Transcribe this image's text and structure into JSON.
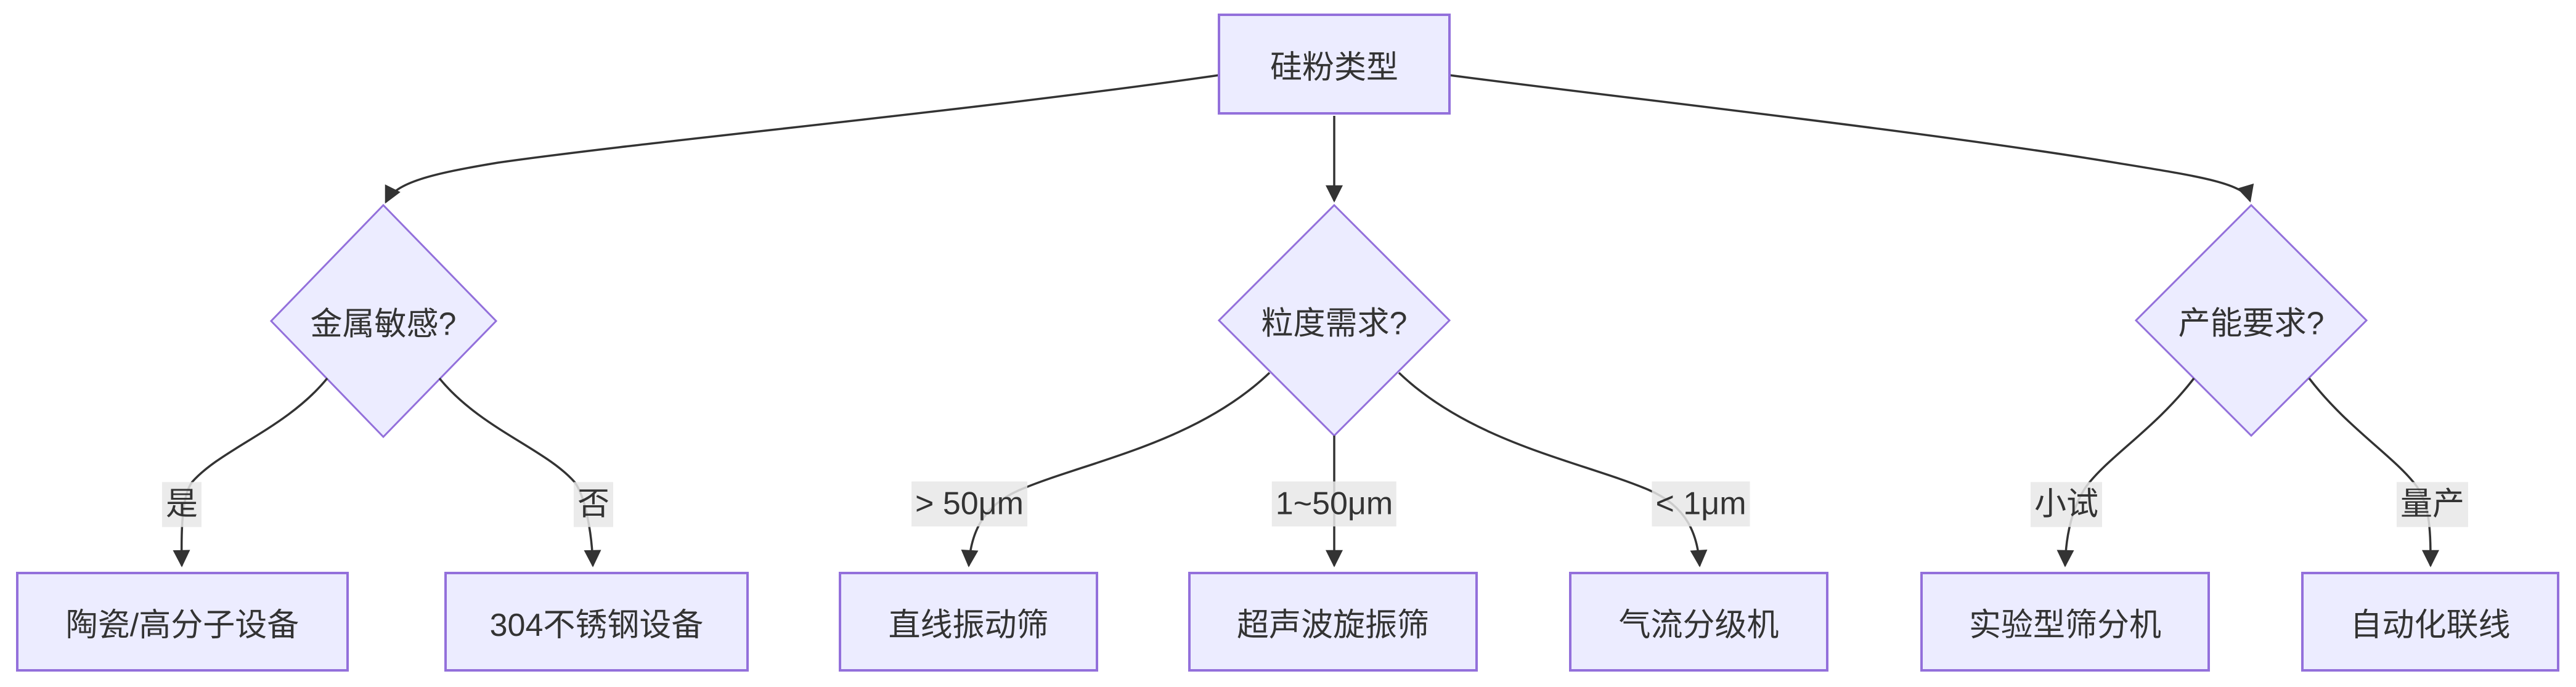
{
  "diagram": {
    "type": "flowchart-decision-tree",
    "root": {
      "label": "硅粉类型"
    },
    "decisions": [
      {
        "label": "金属敏感?"
      },
      {
        "label": "粒度需求?"
      },
      {
        "label": "产能要求?"
      }
    ],
    "outcomes": [
      {
        "label": "陶瓷/高分子设备"
      },
      {
        "label": "304不锈钢设备"
      },
      {
        "label": "直线振动筛"
      },
      {
        "label": "超声波旋振筛"
      },
      {
        "label": "气流分级机"
      },
      {
        "label": "实验型筛分机"
      },
      {
        "label": "自动化联线"
      }
    ],
    "edges": [
      {
        "from": "硅粉类型",
        "to": "金属敏感?",
        "label": ""
      },
      {
        "from": "硅粉类型",
        "to": "粒度需求?",
        "label": ""
      },
      {
        "from": "硅粉类型",
        "to": "产能要求?",
        "label": ""
      },
      {
        "from": "金属敏感?",
        "to": "陶瓷/高分子设备",
        "label": "是"
      },
      {
        "from": "金属敏感?",
        "to": "304不锈钢设备",
        "label": "否"
      },
      {
        "from": "粒度需求?",
        "to": "直线振动筛",
        "label": "> 50μm"
      },
      {
        "from": "粒度需求?",
        "to": "超声波旋振筛",
        "label": "1~50μm"
      },
      {
        "from": "粒度需求?",
        "to": "气流分级机",
        "label": "< 1μm"
      },
      {
        "from": "产能要求?",
        "to": "实验型筛分机",
        "label": "小试"
      },
      {
        "from": "产能要求?",
        "to": "自动化联线",
        "label": "量产"
      }
    ],
    "colors": {
      "node_fill": "#ECECFF",
      "node_border": "#9370DB",
      "edge_line": "#333333",
      "edge_label_bg": "#e8e8e8",
      "text": "#333333",
      "background": "#ffffff"
    }
  }
}
